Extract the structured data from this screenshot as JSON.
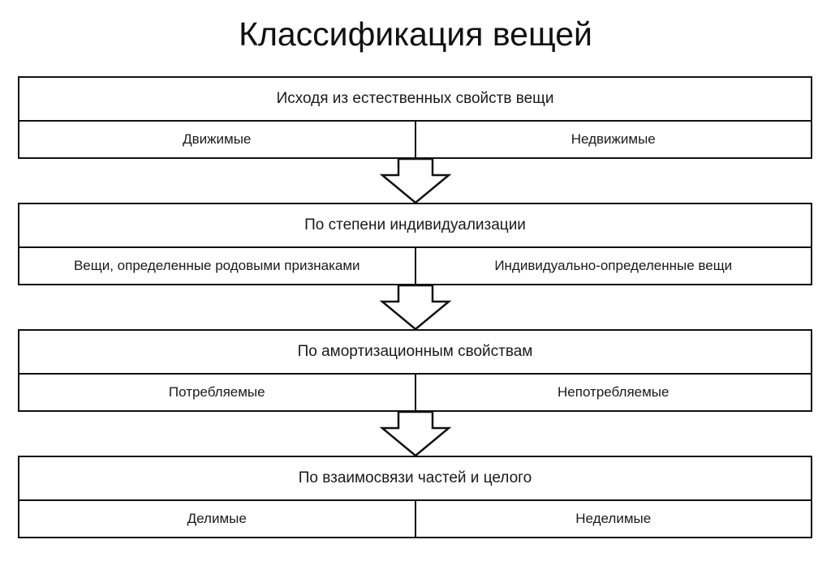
{
  "title": "Классификация вещей",
  "blocks": [
    {
      "header": "Исходя из естественных свойств вещи",
      "left": "Движимые",
      "right": "Недвижимые"
    },
    {
      "header": "По степени индивидуализации",
      "left": "Вещи, определенные родовыми признаками",
      "right": "Индивидуально-определенные вещи"
    },
    {
      "header": "По амортизационным свойствам",
      "left": "Потребляемые",
      "right": "Непотребляемые"
    },
    {
      "header": "По взаимосвязи частей и целого",
      "left": "Делимые",
      "right": "Неделимые"
    }
  ]
}
